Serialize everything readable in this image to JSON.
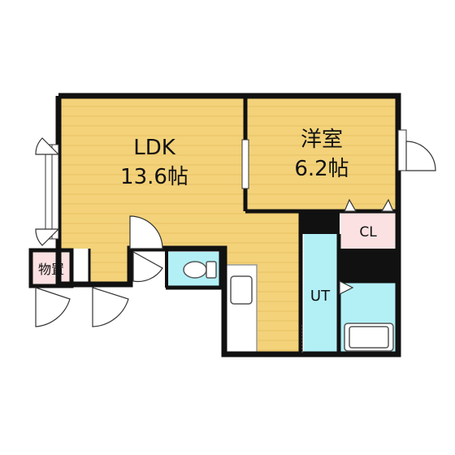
{
  "rooms": {
    "ldk": {
      "name": "LDK",
      "size": "13.6帖"
    },
    "western": {
      "name": "洋室",
      "size": "6.2帖"
    },
    "closet": {
      "name": "CL"
    },
    "storage": {
      "name": "物置"
    },
    "utility": {
      "name": "UT"
    }
  },
  "colors": {
    "wood": "#f3d27a",
    "wood_stripe": "#e9c361",
    "water": "#b3f0f6",
    "closet": "#fbe1e1",
    "wall": "#111111",
    "fixture": "#ffffff"
  }
}
